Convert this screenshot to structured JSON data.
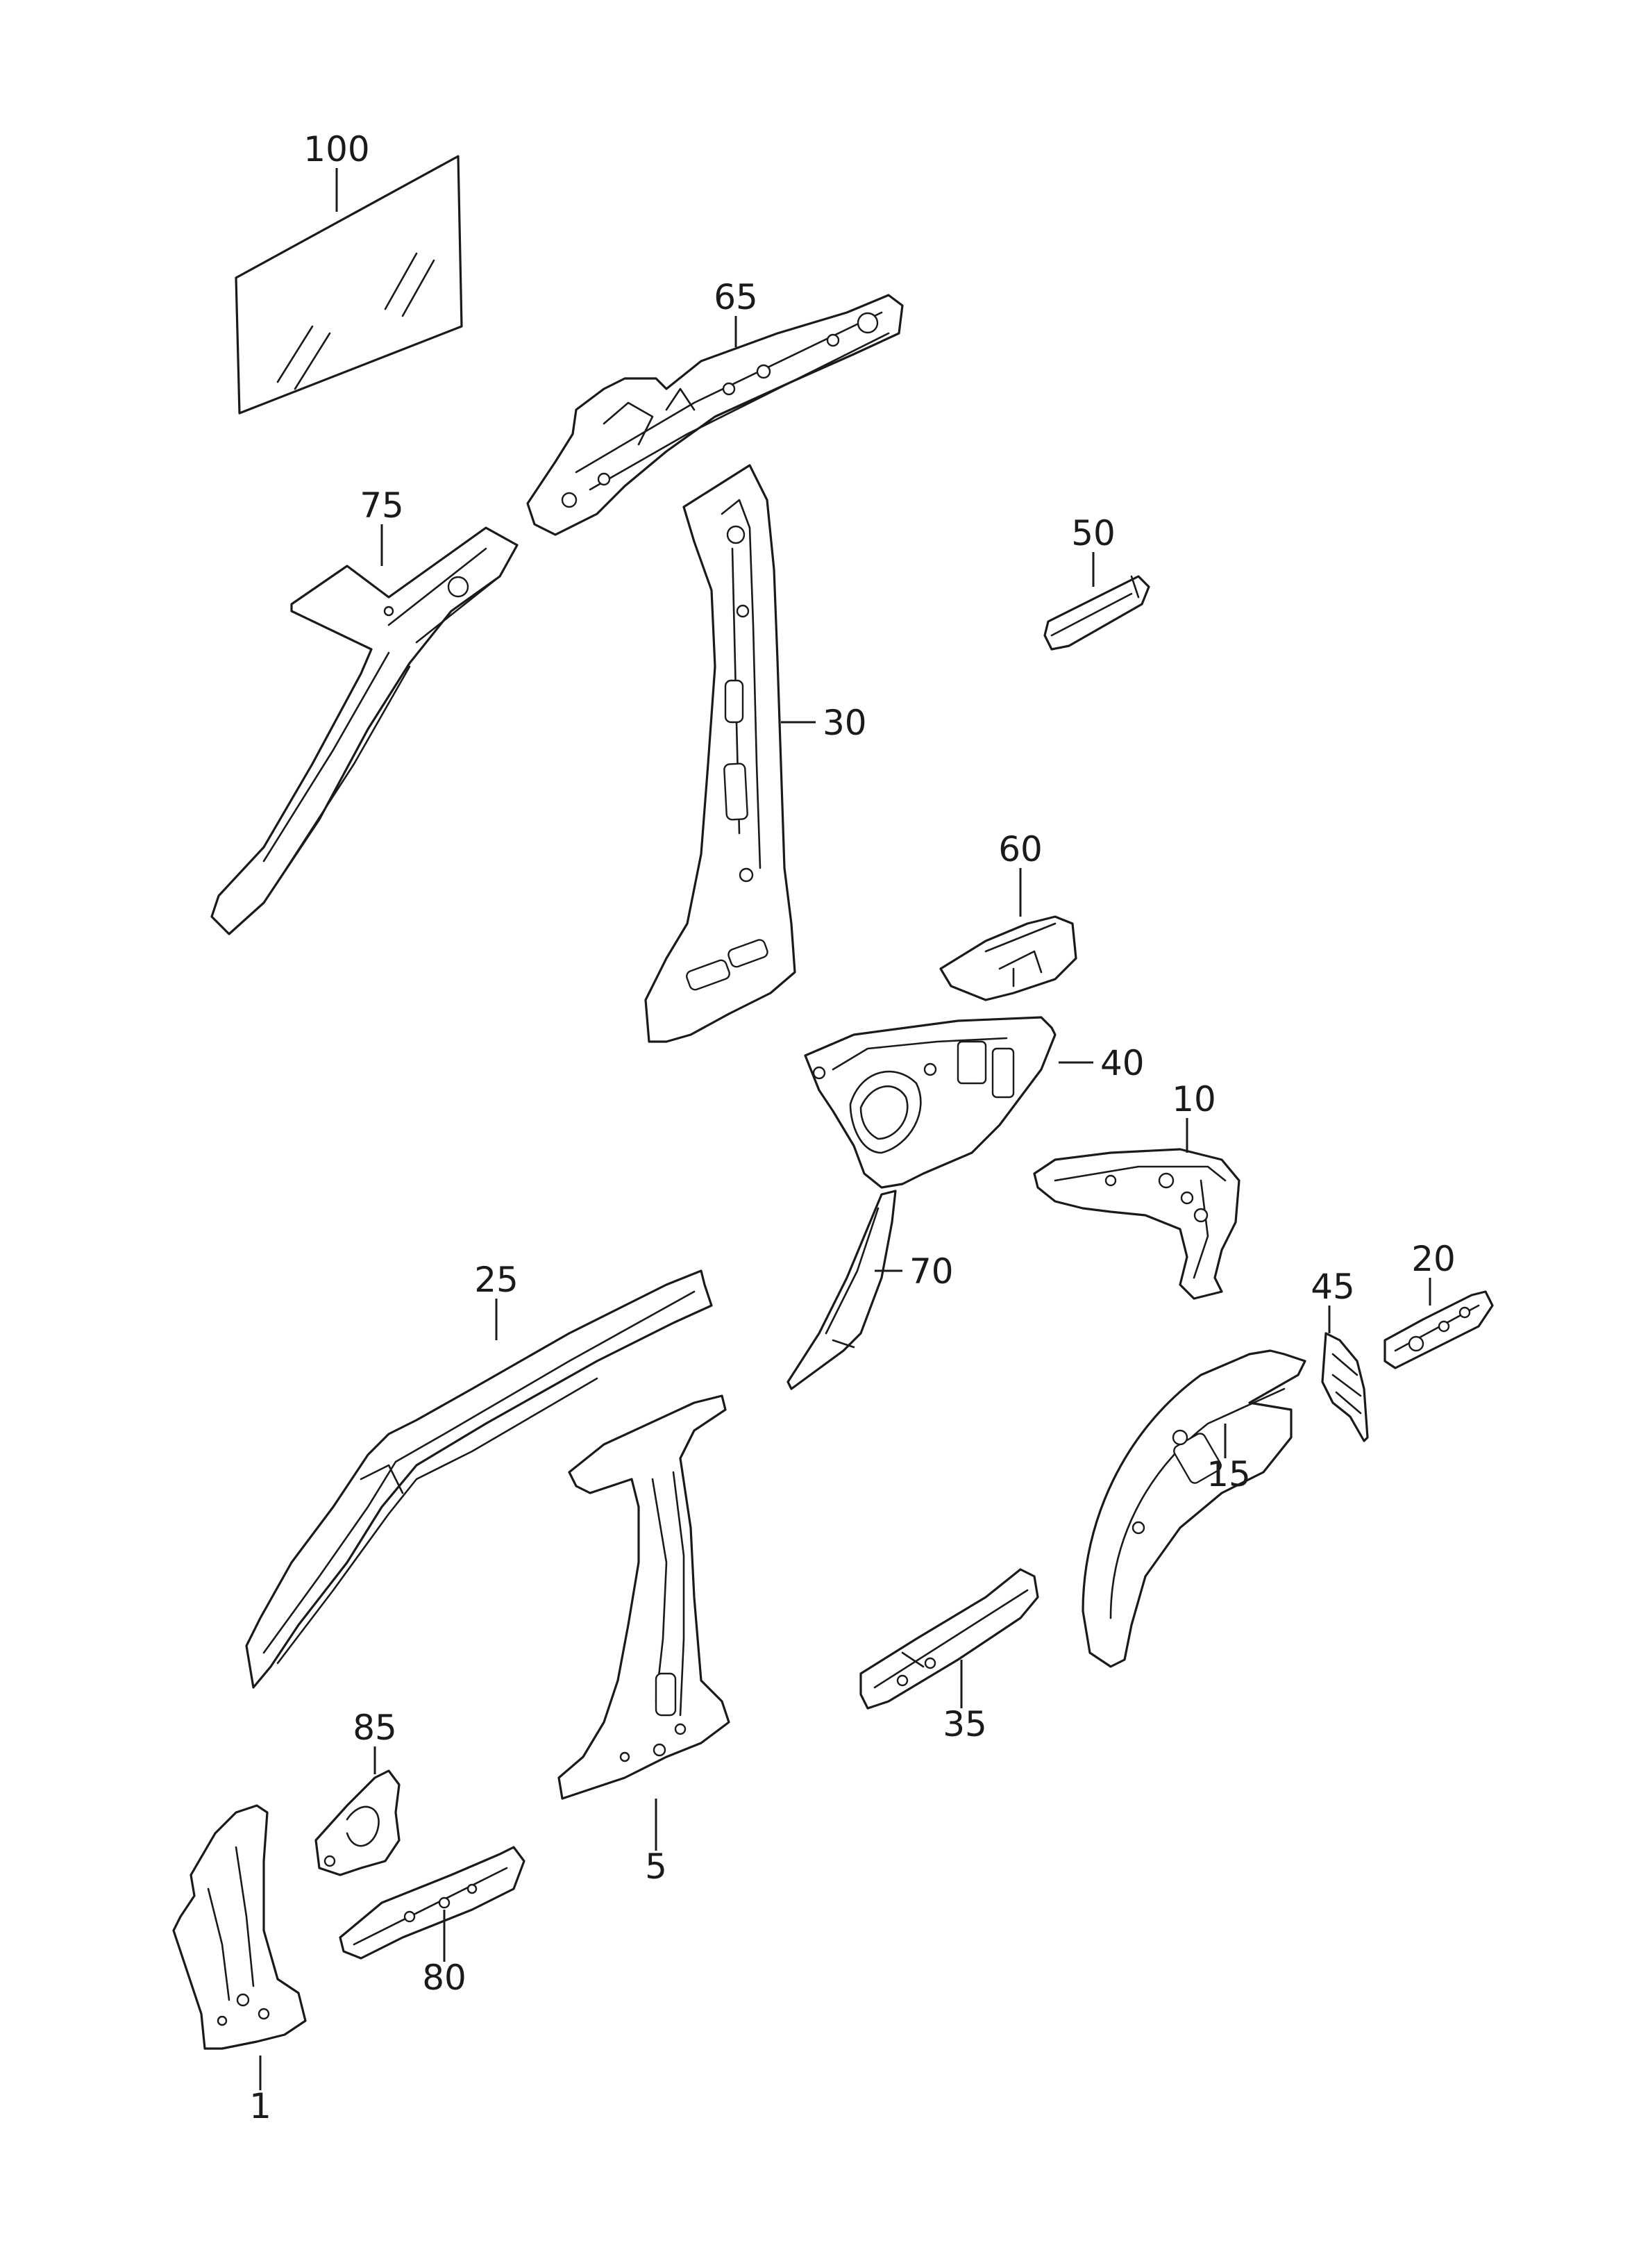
{
  "colors": {
    "line": "#1a1a1a",
    "background": "#ffffff"
  },
  "callouts": {
    "p100": "100",
    "p65": "65",
    "p75": "75",
    "p50": "50",
    "p30": "30",
    "p60": "60",
    "p40": "40",
    "p10": "10",
    "p70": "70",
    "p25": "25",
    "p20": "20",
    "p45": "45",
    "p15": "15",
    "p35": "35",
    "p85": "85",
    "p5": "5",
    "p80": "80",
    "p1": "1"
  }
}
